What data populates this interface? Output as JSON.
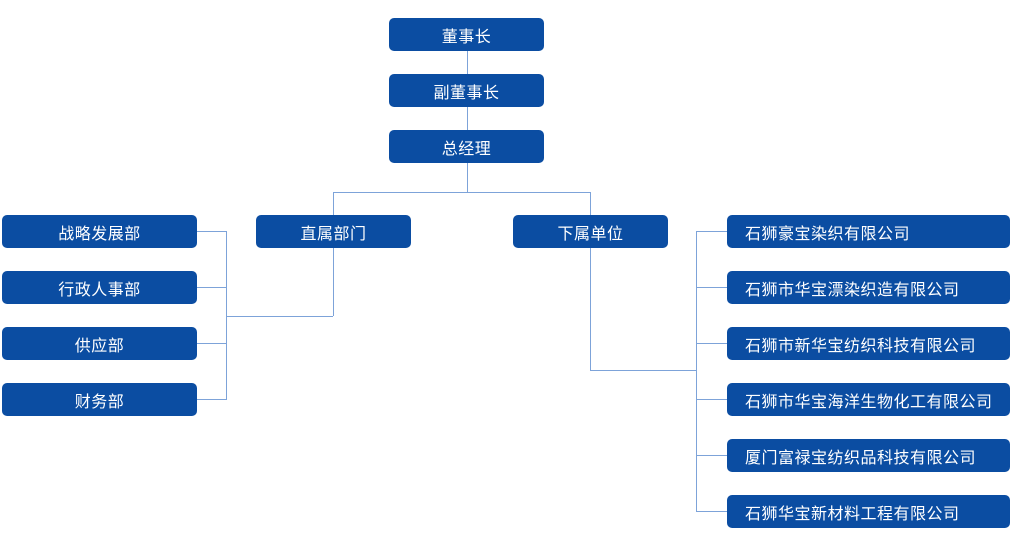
{
  "colors": {
    "box-fill": "#0b4da2",
    "box-text": "#ffffff",
    "connector": "#7da3d9",
    "page-bg": "#ffffff"
  },
  "org": {
    "chain": [
      {
        "label": "董事长"
      },
      {
        "label": "副董事长"
      },
      {
        "label": "总经理"
      }
    ],
    "branches": [
      {
        "label": "直属部门"
      },
      {
        "label": "下属单位"
      }
    ],
    "departments": [
      {
        "label": "战略发展部"
      },
      {
        "label": "行政人事部"
      },
      {
        "label": "供应部"
      },
      {
        "label": "财务部"
      }
    ],
    "subsidiaries": [
      {
        "label": "石狮豪宝染织有限公司"
      },
      {
        "label": "石狮市华宝漂染织造有限公司"
      },
      {
        "label": "石狮市新华宝纺织科技有限公司"
      },
      {
        "label": "石狮市华宝海洋生物化工有限公司"
      },
      {
        "label": "厦门富禄宝纺织品科技有限公司"
      },
      {
        "label": "石狮华宝新材料工程有限公司"
      }
    ]
  }
}
